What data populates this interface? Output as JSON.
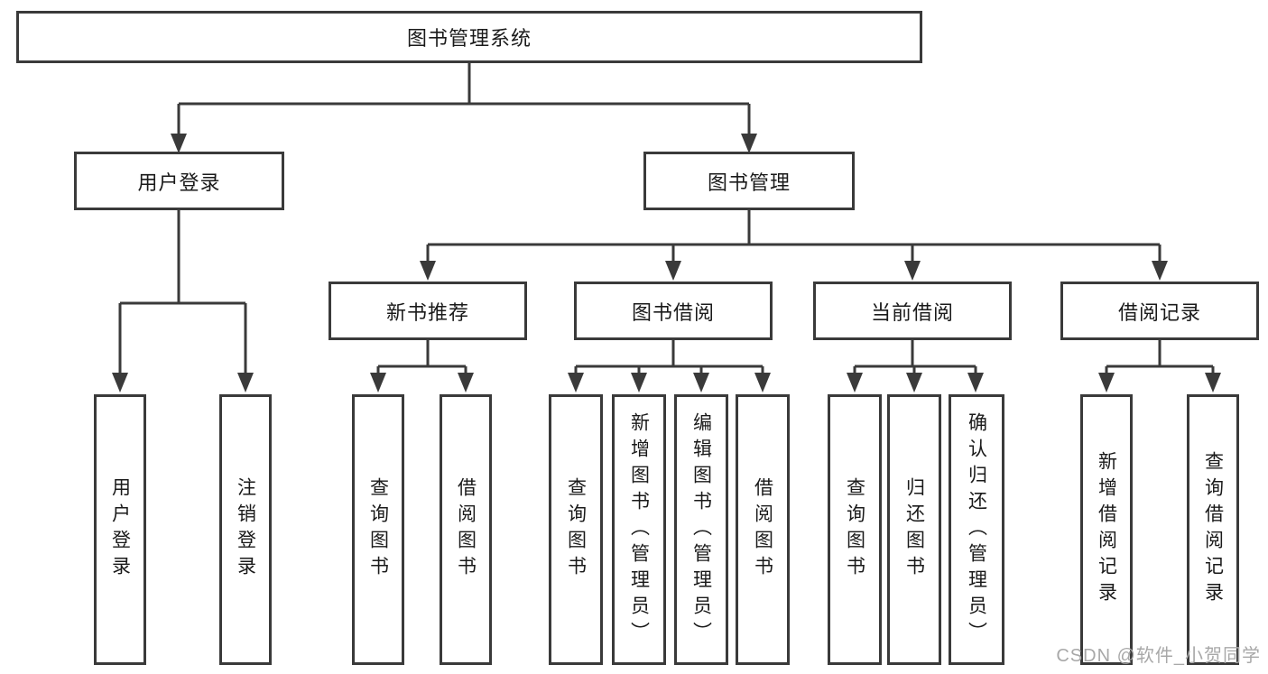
{
  "colors": {
    "line": "#3a3a3a",
    "text": "#1a1a1a",
    "watermark": "#a8a8a8",
    "bg": "#ffffff"
  },
  "watermark": "CSDN @软件_小贺同学",
  "tree": {
    "root": {
      "label": "图书管理系统"
    },
    "branches": [
      {
        "label": "用户登录",
        "children": [
          "用户登录",
          "注销登录"
        ]
      },
      {
        "label": "图书管理",
        "children": [
          {
            "label": "新书推荐",
            "children": [
              "查询图书",
              "借阅图书"
            ]
          },
          {
            "label": "图书借阅",
            "children": [
              "查询图书",
              "新增图书（管理员）",
              "编辑图书（管理员）",
              "借阅图书"
            ]
          },
          {
            "label": "当前借阅",
            "children": [
              "查询图书",
              "归还图书",
              "确认归还（管理员）"
            ]
          },
          {
            "label": "借阅记录",
            "children": [
              "新增借阅记录",
              "查询借阅记录"
            ]
          }
        ]
      }
    ]
  }
}
